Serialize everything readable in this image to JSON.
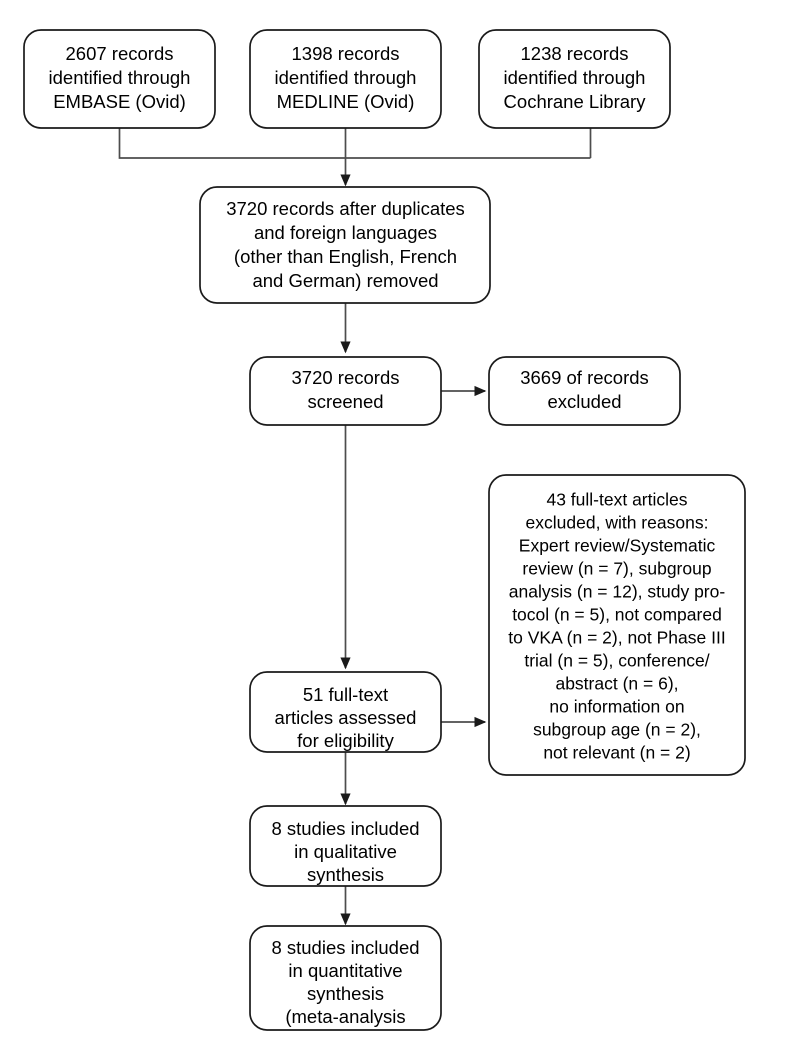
{
  "diagram": {
    "title": "PRISMA study selection flow diagram",
    "type": "prisma-flowchart",
    "background_color": "#ffffff",
    "box_stroke_color": "#1a1a1a",
    "connector_color": "#4d4d4d",
    "text_color": "#000000"
  },
  "nodes": {
    "source_embase": {
      "id": "source-embase",
      "lines": [
        "2607 records",
        "identified through",
        "EMBASE (Ovid)"
      ],
      "count": 2607,
      "database": "EMBASE (Ovid)"
    },
    "source_medline": {
      "id": "source-medline",
      "lines": [
        "1398 records",
        "identified through",
        "MEDLINE (Ovid)"
      ],
      "count": 1398,
      "database": "MEDLINE (Ovid)"
    },
    "source_cochrane": {
      "id": "source-cochrane",
      "lines": [
        "1238 records",
        "identified through",
        "Cochrane Library"
      ],
      "count": 1238,
      "database": "Cochrane Library"
    },
    "deduplicated": {
      "id": "records-after-duplicates",
      "lines": [
        "3720 records after duplicates",
        "and foreign languages",
        "(other than English, French",
        "and German) removed"
      ],
      "count": 3720
    },
    "screened": {
      "id": "records-screened",
      "lines": [
        "3720 records",
        "screened"
      ],
      "count": 3720
    },
    "screen_excluded": {
      "id": "records-excluded",
      "lines": [
        "3669 of records",
        "excluded"
      ],
      "count": 3669
    },
    "eligibility": {
      "id": "full-text-assessed",
      "lines": [
        "51 full-text",
        "articles assessed",
        "for eligibility"
      ],
      "count": 51
    },
    "fulltext_excluded": {
      "id": "full-text-excluded-with-reasons",
      "lines": [
        "43 full-text articles",
        "excluded, with reasons:",
        "Expert review/Systematic",
        "review (n = 7), subgroup",
        "analysis (n = 12), study pro-",
        "tocol (n = 5), not compared",
        "to VKA (n = 2), not Phase III",
        "trial (n = 5), conference/",
        "abstract (n = 6),",
        "no information on",
        "subgroup age (n = 2),",
        "not relevant (n = 2)"
      ],
      "count": 43,
      "reasons": [
        {
          "reason": "Expert review/Systematic review",
          "n": 7
        },
        {
          "reason": "subgroup analysis",
          "n": 12
        },
        {
          "reason": "study protocol",
          "n": 5
        },
        {
          "reason": "not compared to VKA",
          "n": 2
        },
        {
          "reason": "not Phase III trial",
          "n": 5
        },
        {
          "reason": "conference/abstract",
          "n": 6
        },
        {
          "reason": "no information on subgroup age",
          "n": 2
        },
        {
          "reason": "not relevant",
          "n": 2
        }
      ]
    },
    "qualitative": {
      "id": "included-qualitative",
      "lines": [
        "8 studies included",
        "in qualitative",
        "synthesis"
      ],
      "count": 8
    },
    "quantitative": {
      "id": "included-quantitative",
      "lines": [
        "8 studies included",
        "in quantitative",
        "synthesis",
        "(meta-analysis"
      ],
      "count": 8
    }
  }
}
